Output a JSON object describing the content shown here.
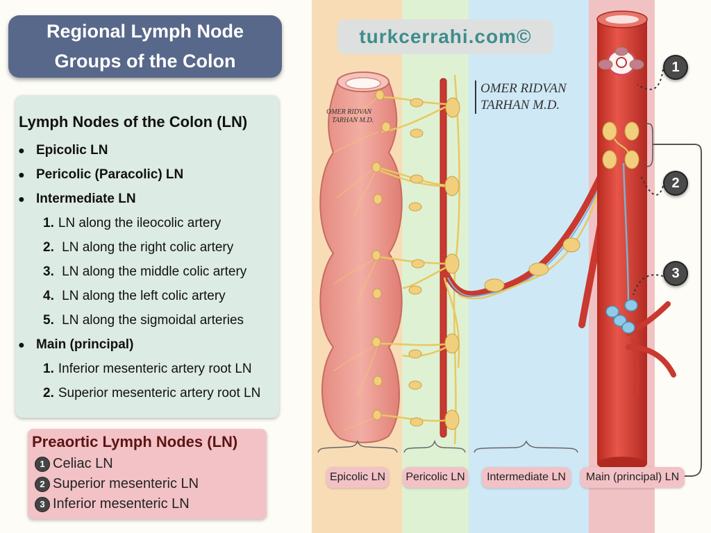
{
  "title": {
    "line1": "Regional  Lymph Node",
    "line2": "Groups of the Colon"
  },
  "brand": "turkcerrahi.com©",
  "signature": {
    "line1": "OMER  RIDVAN",
    "line2": "TARHAN M.D."
  },
  "lymph_nodes": {
    "heading": "Lymph Nodes of the Colon (LN)",
    "epicolic": "Epicolic LN",
    "pericolic": "Pericolic (Paracolic) LN",
    "intermediate": "Intermediate LN",
    "intermediate_items": [
      {
        "num": "1.",
        "text": "LN along the ileocolic artery"
      },
      {
        "num": "2.",
        "text": " LN along the right colic artery"
      },
      {
        "num": "3.",
        "text": " LN along the middle colic artery"
      },
      {
        "num": "4.",
        "text": " LN along the left colic artery"
      },
      {
        "num": "5.",
        "text": " LN along the sigmoidal arteries"
      }
    ],
    "main": "Main (principal)",
    "main_items": [
      {
        "num": "1.",
        "text": "Inferior mesenteric artery root LN"
      },
      {
        "num": "2.",
        "text": "Superior mesenteric artery root LN"
      }
    ]
  },
  "preaortic": {
    "heading": "Preaortic Lymph Nodes (LN)",
    "items": [
      {
        "num": "1",
        "text": "Celiac LN"
      },
      {
        "num": "2",
        "text": "Superior mesenteric LN"
      },
      {
        "num": "3",
        "text": "Inferior mesenteric LN"
      }
    ]
  },
  "zone_labels": {
    "epicolic": "Epicolic LN",
    "pericolic": "Pericolic LN",
    "intermediate": "Intermediate LN",
    "main": "Main (principal)  LN"
  },
  "markers": [
    "1",
    "2",
    "3"
  ],
  "colors": {
    "title_bg": "#58688a",
    "list_bg": "#dcebe3",
    "preaortic_bg": "#f2c2c6",
    "zone_epicolic": "#f8dcb6",
    "zone_pericolic": "#dff1d3",
    "zone_intermediate": "#cfe8f6",
    "zone_main": "#f1c2c3",
    "artery": "#c9392f",
    "node": "#f1cf7c",
    "colon": "#e8948a",
    "brand_text": "#3f8c8c"
  }
}
